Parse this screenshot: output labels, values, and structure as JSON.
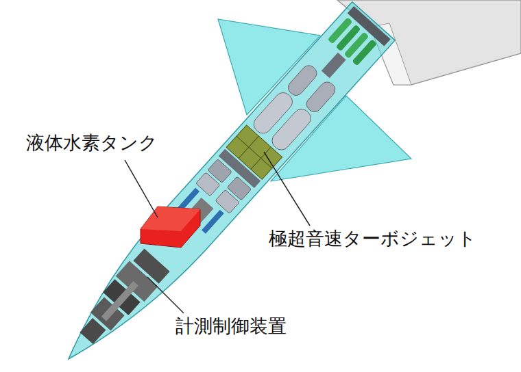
{
  "diagram": {
    "labels": [
      "液体水素タンク",
      "極超音速ターボジェット",
      "計測制御装置"
    ]
  }
}
